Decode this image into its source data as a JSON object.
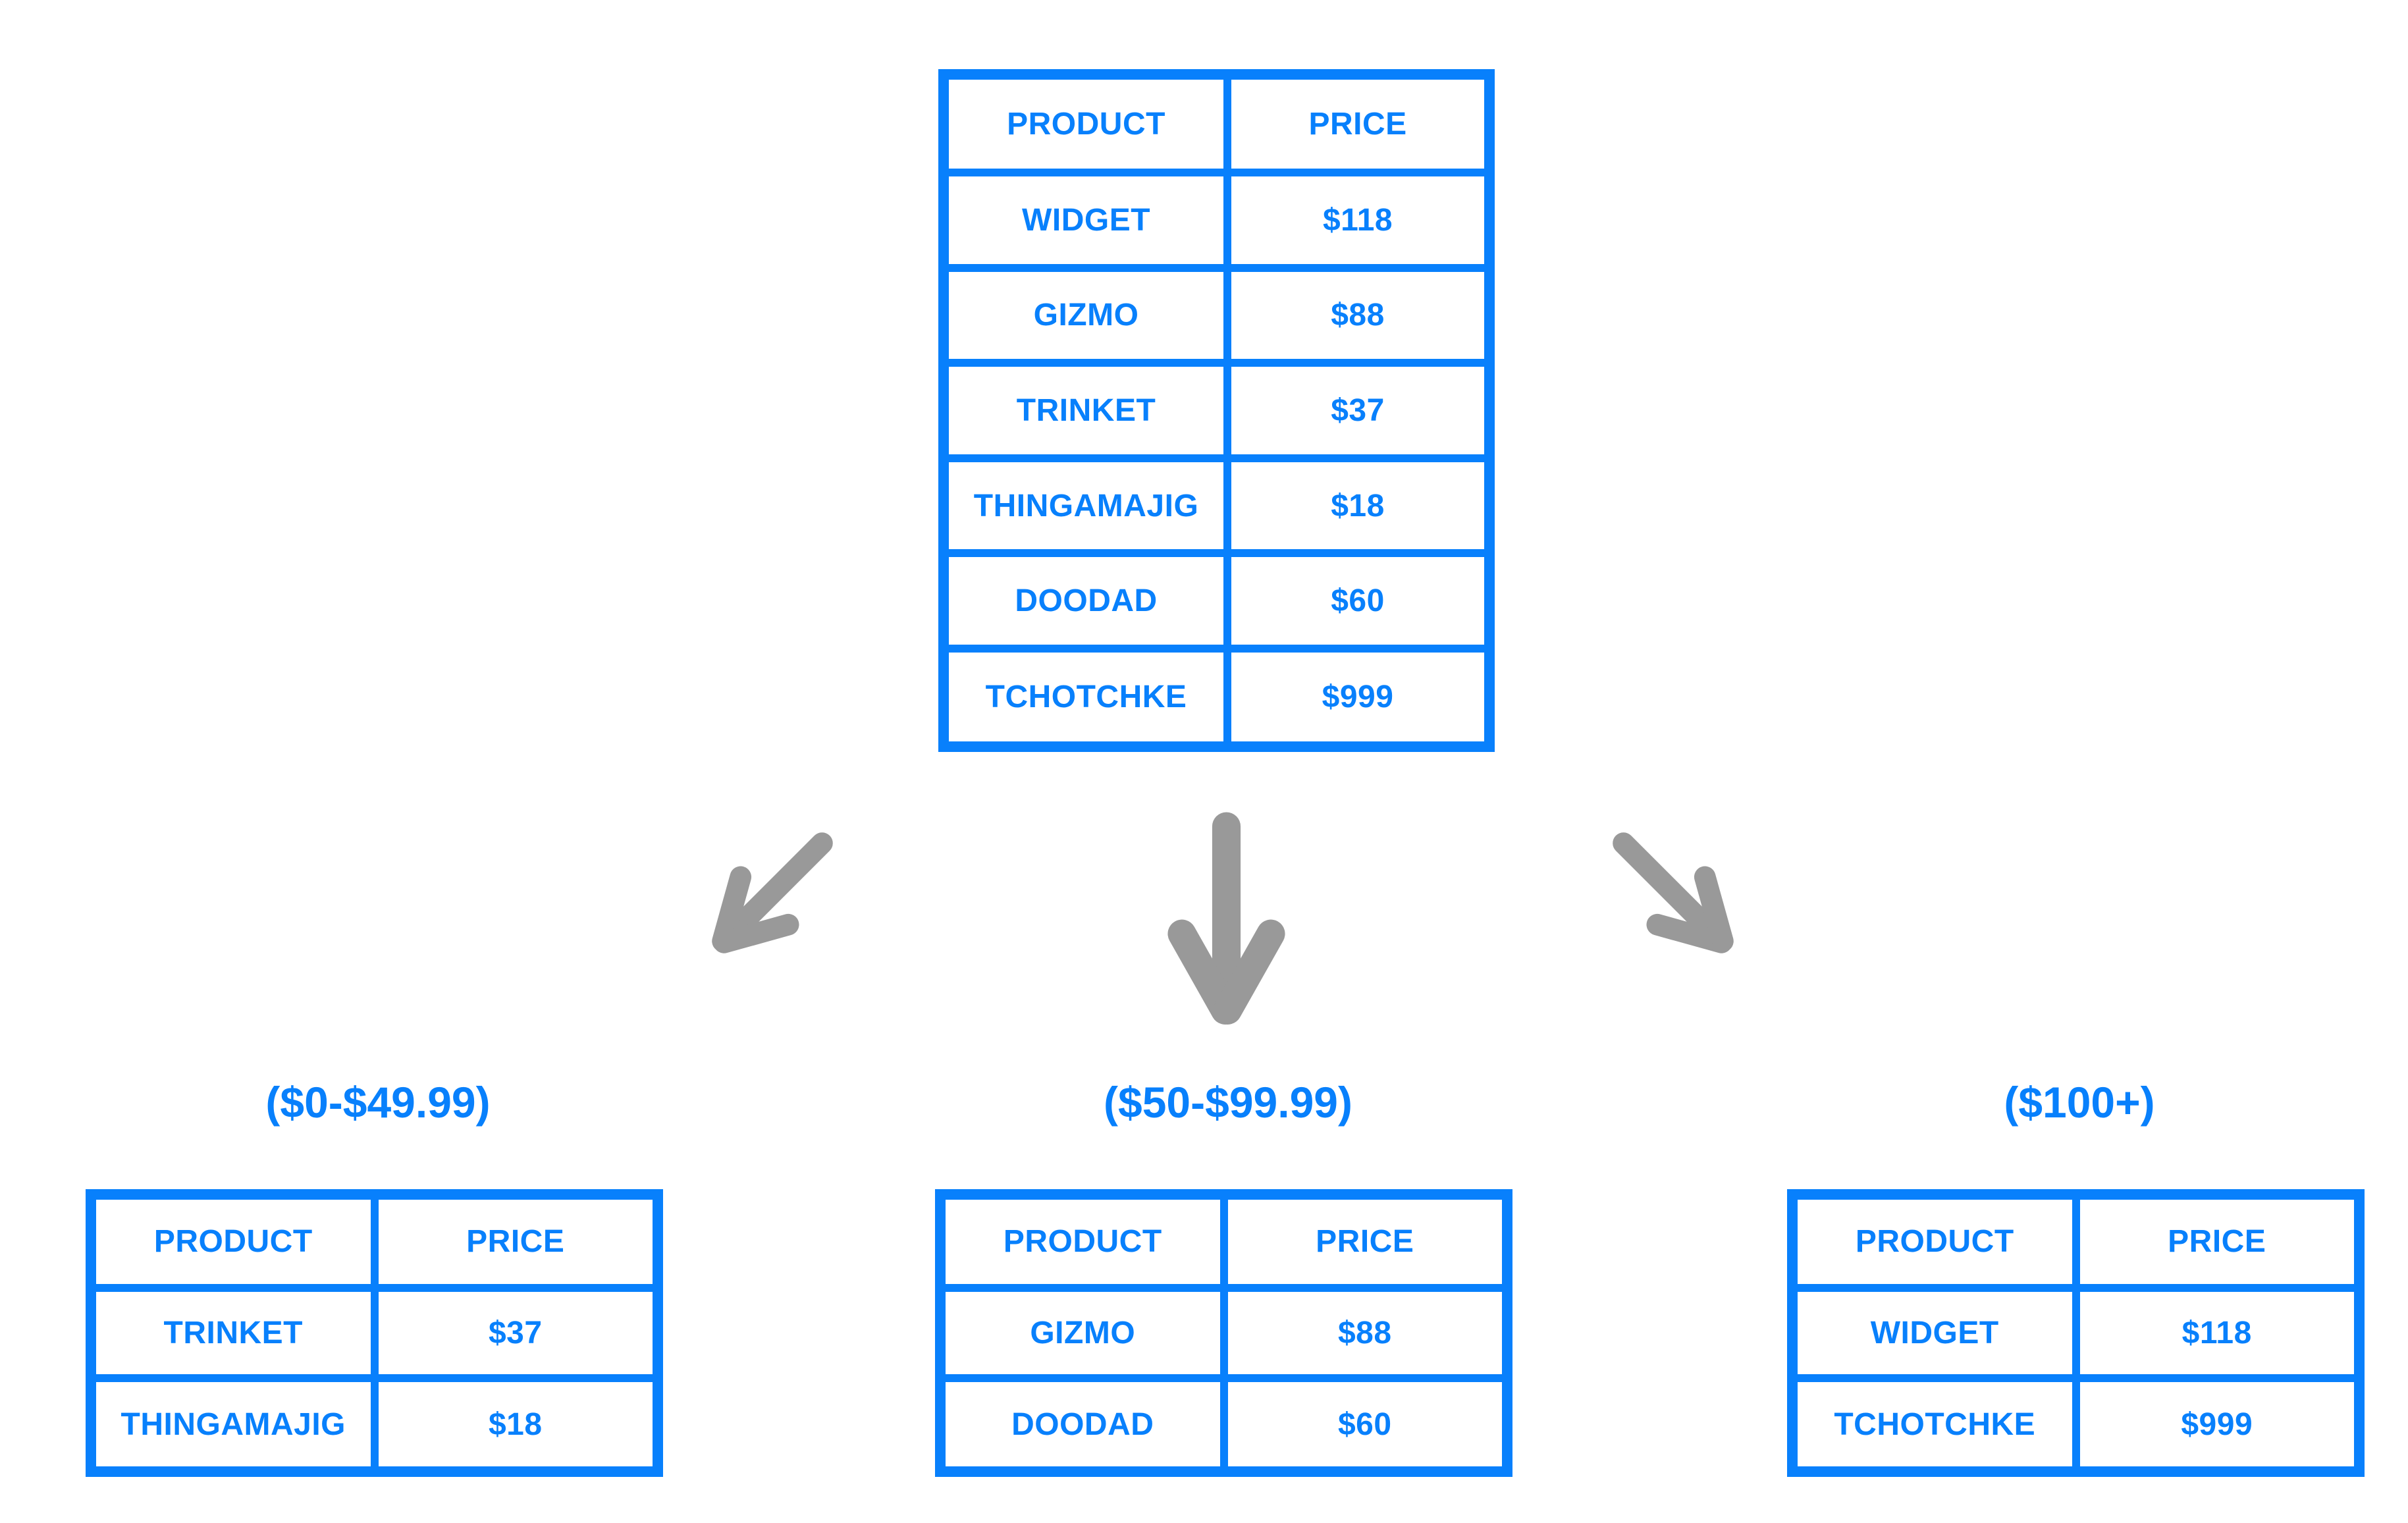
{
  "colors": {
    "accent_blue": "#0880fc",
    "arrow_gray": "#999999",
    "background": "#ffffff"
  },
  "source_table": {
    "headers": [
      "PRODUCT",
      "PRICE"
    ],
    "rows": [
      [
        "WIDGET",
        "$118"
      ],
      [
        "GIZMO",
        "$88"
      ],
      [
        "TRINKET",
        "$37"
      ],
      [
        "THINGAMAJIG",
        "$18"
      ],
      [
        "DOODAD",
        "$60"
      ],
      [
        "TCHOTCHKE",
        "$999"
      ]
    ]
  },
  "arrows": [
    {
      "icon": "down-left-arrow"
    },
    {
      "icon": "down-arrow"
    },
    {
      "icon": "down-right-arrow"
    }
  ],
  "branches": [
    {
      "label": "($0-$49.99)",
      "table": {
        "headers": [
          "PRODUCT",
          "PRICE"
        ],
        "rows": [
          [
            "TRINKET",
            "$37"
          ],
          [
            "THINGAMAJIG",
            "$18"
          ]
        ]
      }
    },
    {
      "label": "($50-$99.99)",
      "table": {
        "headers": [
          "PRODUCT",
          "PRICE"
        ],
        "rows": [
          [
            "GIZMO",
            "$88"
          ],
          [
            "DOODAD",
            "$60"
          ]
        ]
      }
    },
    {
      "label": "($100+)",
      "table": {
        "headers": [
          "PRODUCT",
          "PRICE"
        ],
        "rows": [
          [
            "WIDGET",
            "$118"
          ],
          [
            "TCHOTCHKE",
            "$999"
          ]
        ]
      }
    }
  ]
}
